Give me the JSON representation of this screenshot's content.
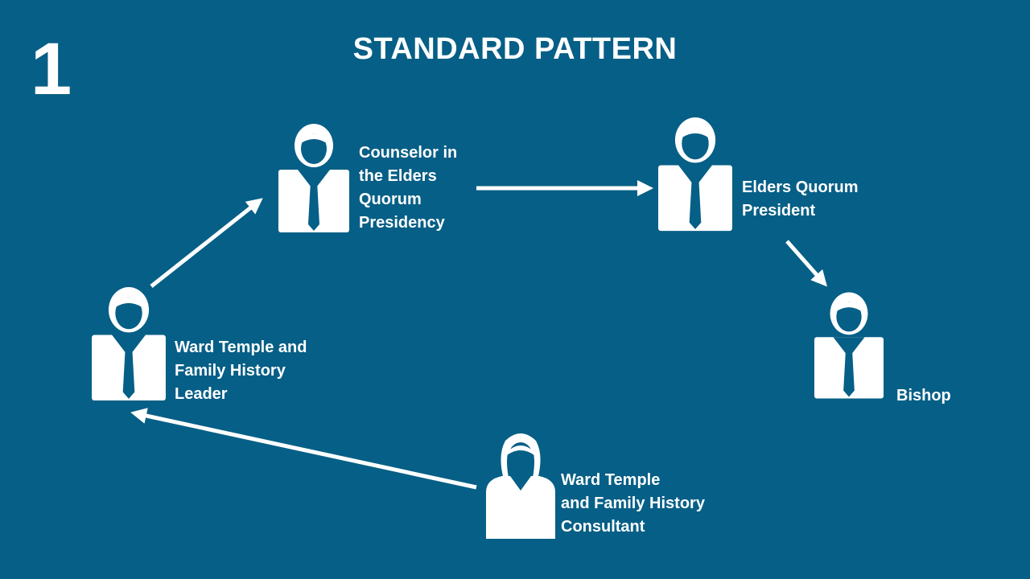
{
  "slide": {
    "number": "1",
    "title": "STANDARD PATTERN"
  },
  "colors": {
    "background": "#065f86",
    "foreground": "#ffffff"
  },
  "nodes": [
    {
      "id": "counselor",
      "icon": "man-in-tie-icon",
      "label_lines": [
        "Counselor in",
        "the Elders",
        "Quorum",
        "Presidency"
      ]
    },
    {
      "id": "eq-president",
      "icon": "man-in-tie-icon",
      "label_lines": [
        "Elders Quorum",
        "President"
      ]
    },
    {
      "id": "bishop",
      "icon": "man-in-tie-icon",
      "label_lines": [
        "Bishop"
      ]
    },
    {
      "id": "ward-leader",
      "icon": "man-in-tie-icon",
      "label_lines": [
        "Ward Temple and",
        "Family History",
        "Leader"
      ]
    },
    {
      "id": "consultant",
      "icon": "woman-icon",
      "label_lines": [
        "Ward Temple",
        "and Family History",
        "Consultant"
      ]
    }
  ],
  "edges": [
    {
      "from": "consultant",
      "to": "ward-leader"
    },
    {
      "from": "ward-leader",
      "to": "counselor"
    },
    {
      "from": "counselor",
      "to": "eq-president"
    },
    {
      "from": "eq-president",
      "to": "bishop"
    }
  ]
}
